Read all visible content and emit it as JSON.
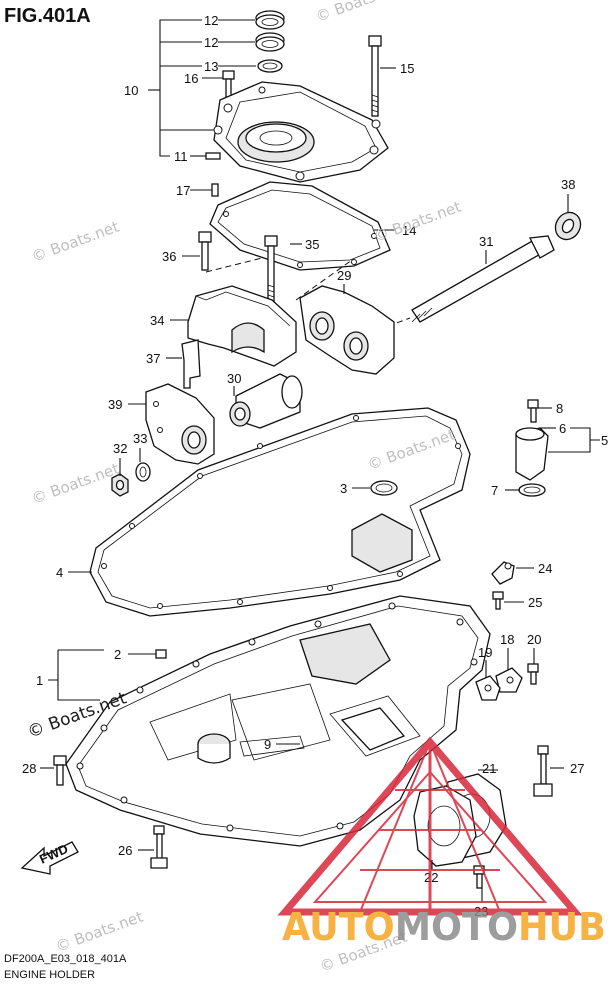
{
  "figure": {
    "title": "FIG.401A",
    "code": "DF200A_E03_018_401A",
    "name": "ENGINE HOLDER"
  },
  "watermark": {
    "text": "© Boats.net",
    "brand_part1": "AUTO",
    "brand_part2": "MOTO",
    "brand_part3": "HUB",
    "colors": {
      "brand_orange": "#f5a623",
      "brand_gray": "#8c8c8c",
      "triangle_red": "#d8283a"
    }
  },
  "callouts": [
    {
      "id": "12"
    },
    {
      "id": "12b",
      "label": "12"
    },
    {
      "id": "13"
    },
    {
      "id": "10"
    },
    {
      "id": "16"
    },
    {
      "id": "11"
    },
    {
      "id": "15"
    },
    {
      "id": "17"
    },
    {
      "id": "14"
    },
    {
      "id": "38"
    },
    {
      "id": "36"
    },
    {
      "id": "35"
    },
    {
      "id": "31"
    },
    {
      "id": "29"
    },
    {
      "id": "34"
    },
    {
      "id": "37"
    },
    {
      "id": "30"
    },
    {
      "id": "39"
    },
    {
      "id": "32"
    },
    {
      "id": "33"
    },
    {
      "id": "8"
    },
    {
      "id": "6"
    },
    {
      "id": "5"
    },
    {
      "id": "3"
    },
    {
      "id": "7"
    },
    {
      "id": "4"
    },
    {
      "id": "24"
    },
    {
      "id": "25"
    },
    {
      "id": "2"
    },
    {
      "id": "1"
    },
    {
      "id": "18"
    },
    {
      "id": "20"
    },
    {
      "id": "19"
    },
    {
      "id": "9"
    },
    {
      "id": "28"
    },
    {
      "id": "21"
    },
    {
      "id": "27"
    },
    {
      "id": "26"
    },
    {
      "id": "22"
    },
    {
      "id": "23"
    }
  ],
  "fwd_label": "FWD"
}
